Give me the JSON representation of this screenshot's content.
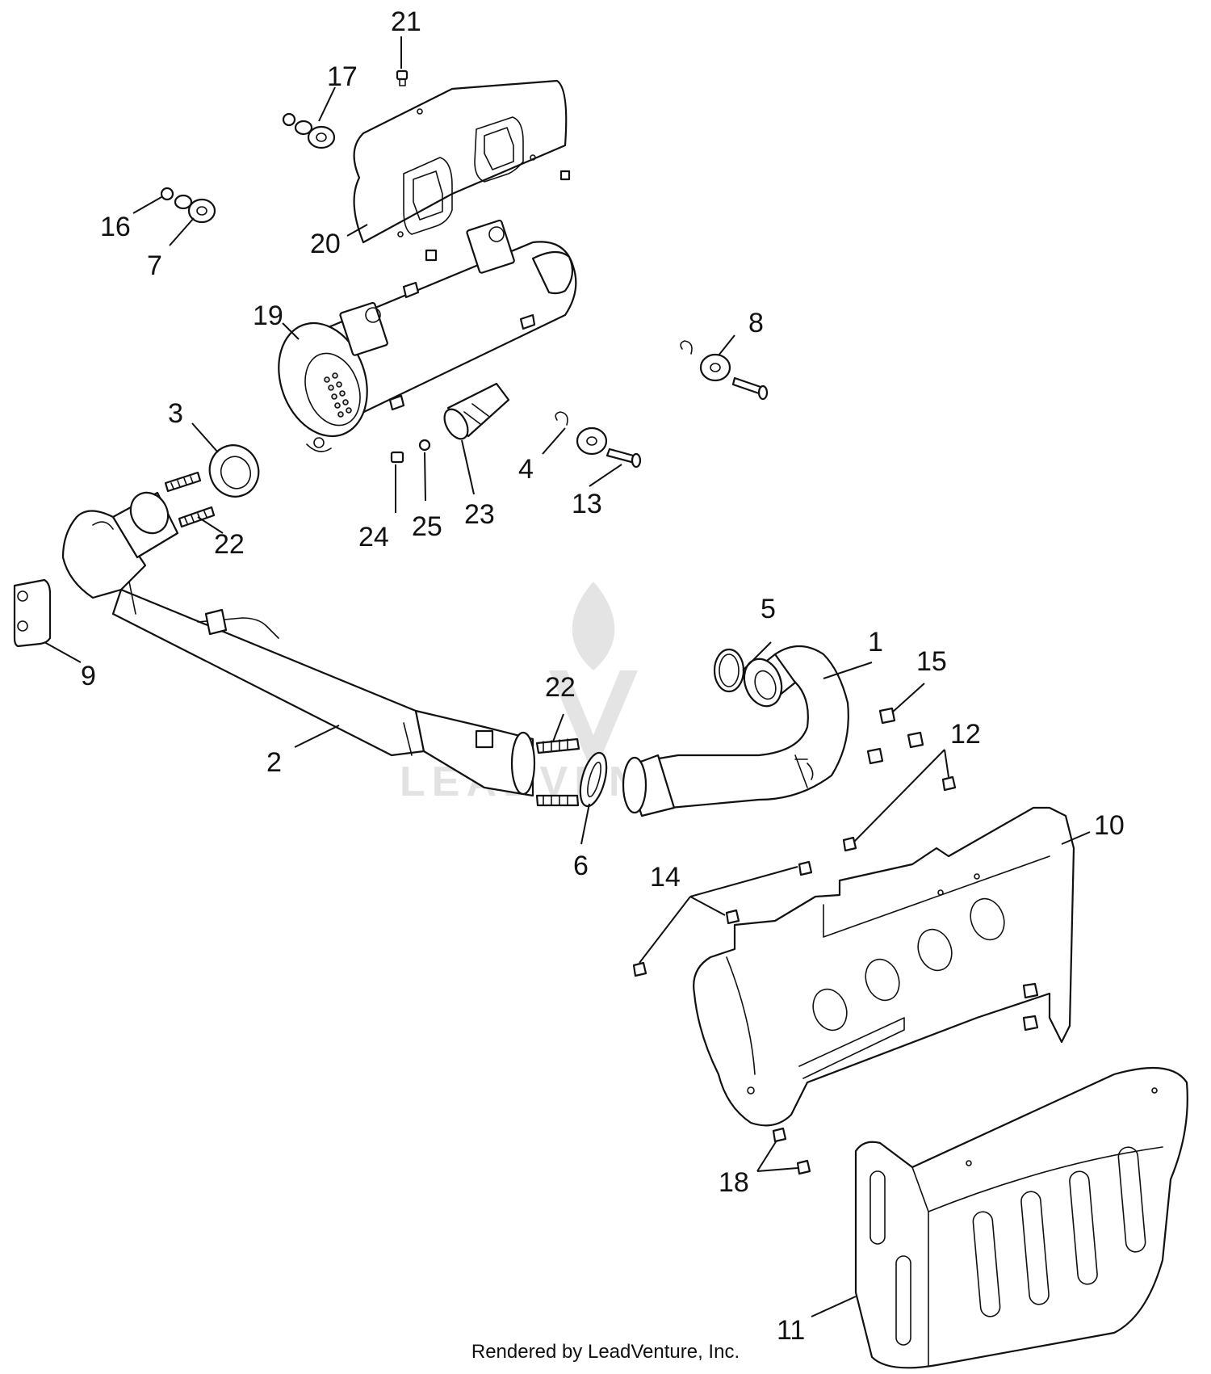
{
  "watermark": "LEADVENTURE",
  "footer": "Rendered by LeadVenture, Inc.",
  "callouts": {
    "c1": "1",
    "c2": "2",
    "c3": "3",
    "c4": "4",
    "c5": "5",
    "c6": "6",
    "c7": "7",
    "c8": "8",
    "c9": "9",
    "c10": "10",
    "c11": "11",
    "c12": "12",
    "c13": "13",
    "c14": "14",
    "c15": "15",
    "c16": "16",
    "c17": "17",
    "c18": "18",
    "c19": "19",
    "c20": "20",
    "c21": "21",
    "c22a": "22",
    "c22b": "22",
    "c23": "23",
    "c24": "24",
    "c25": "25"
  }
}
